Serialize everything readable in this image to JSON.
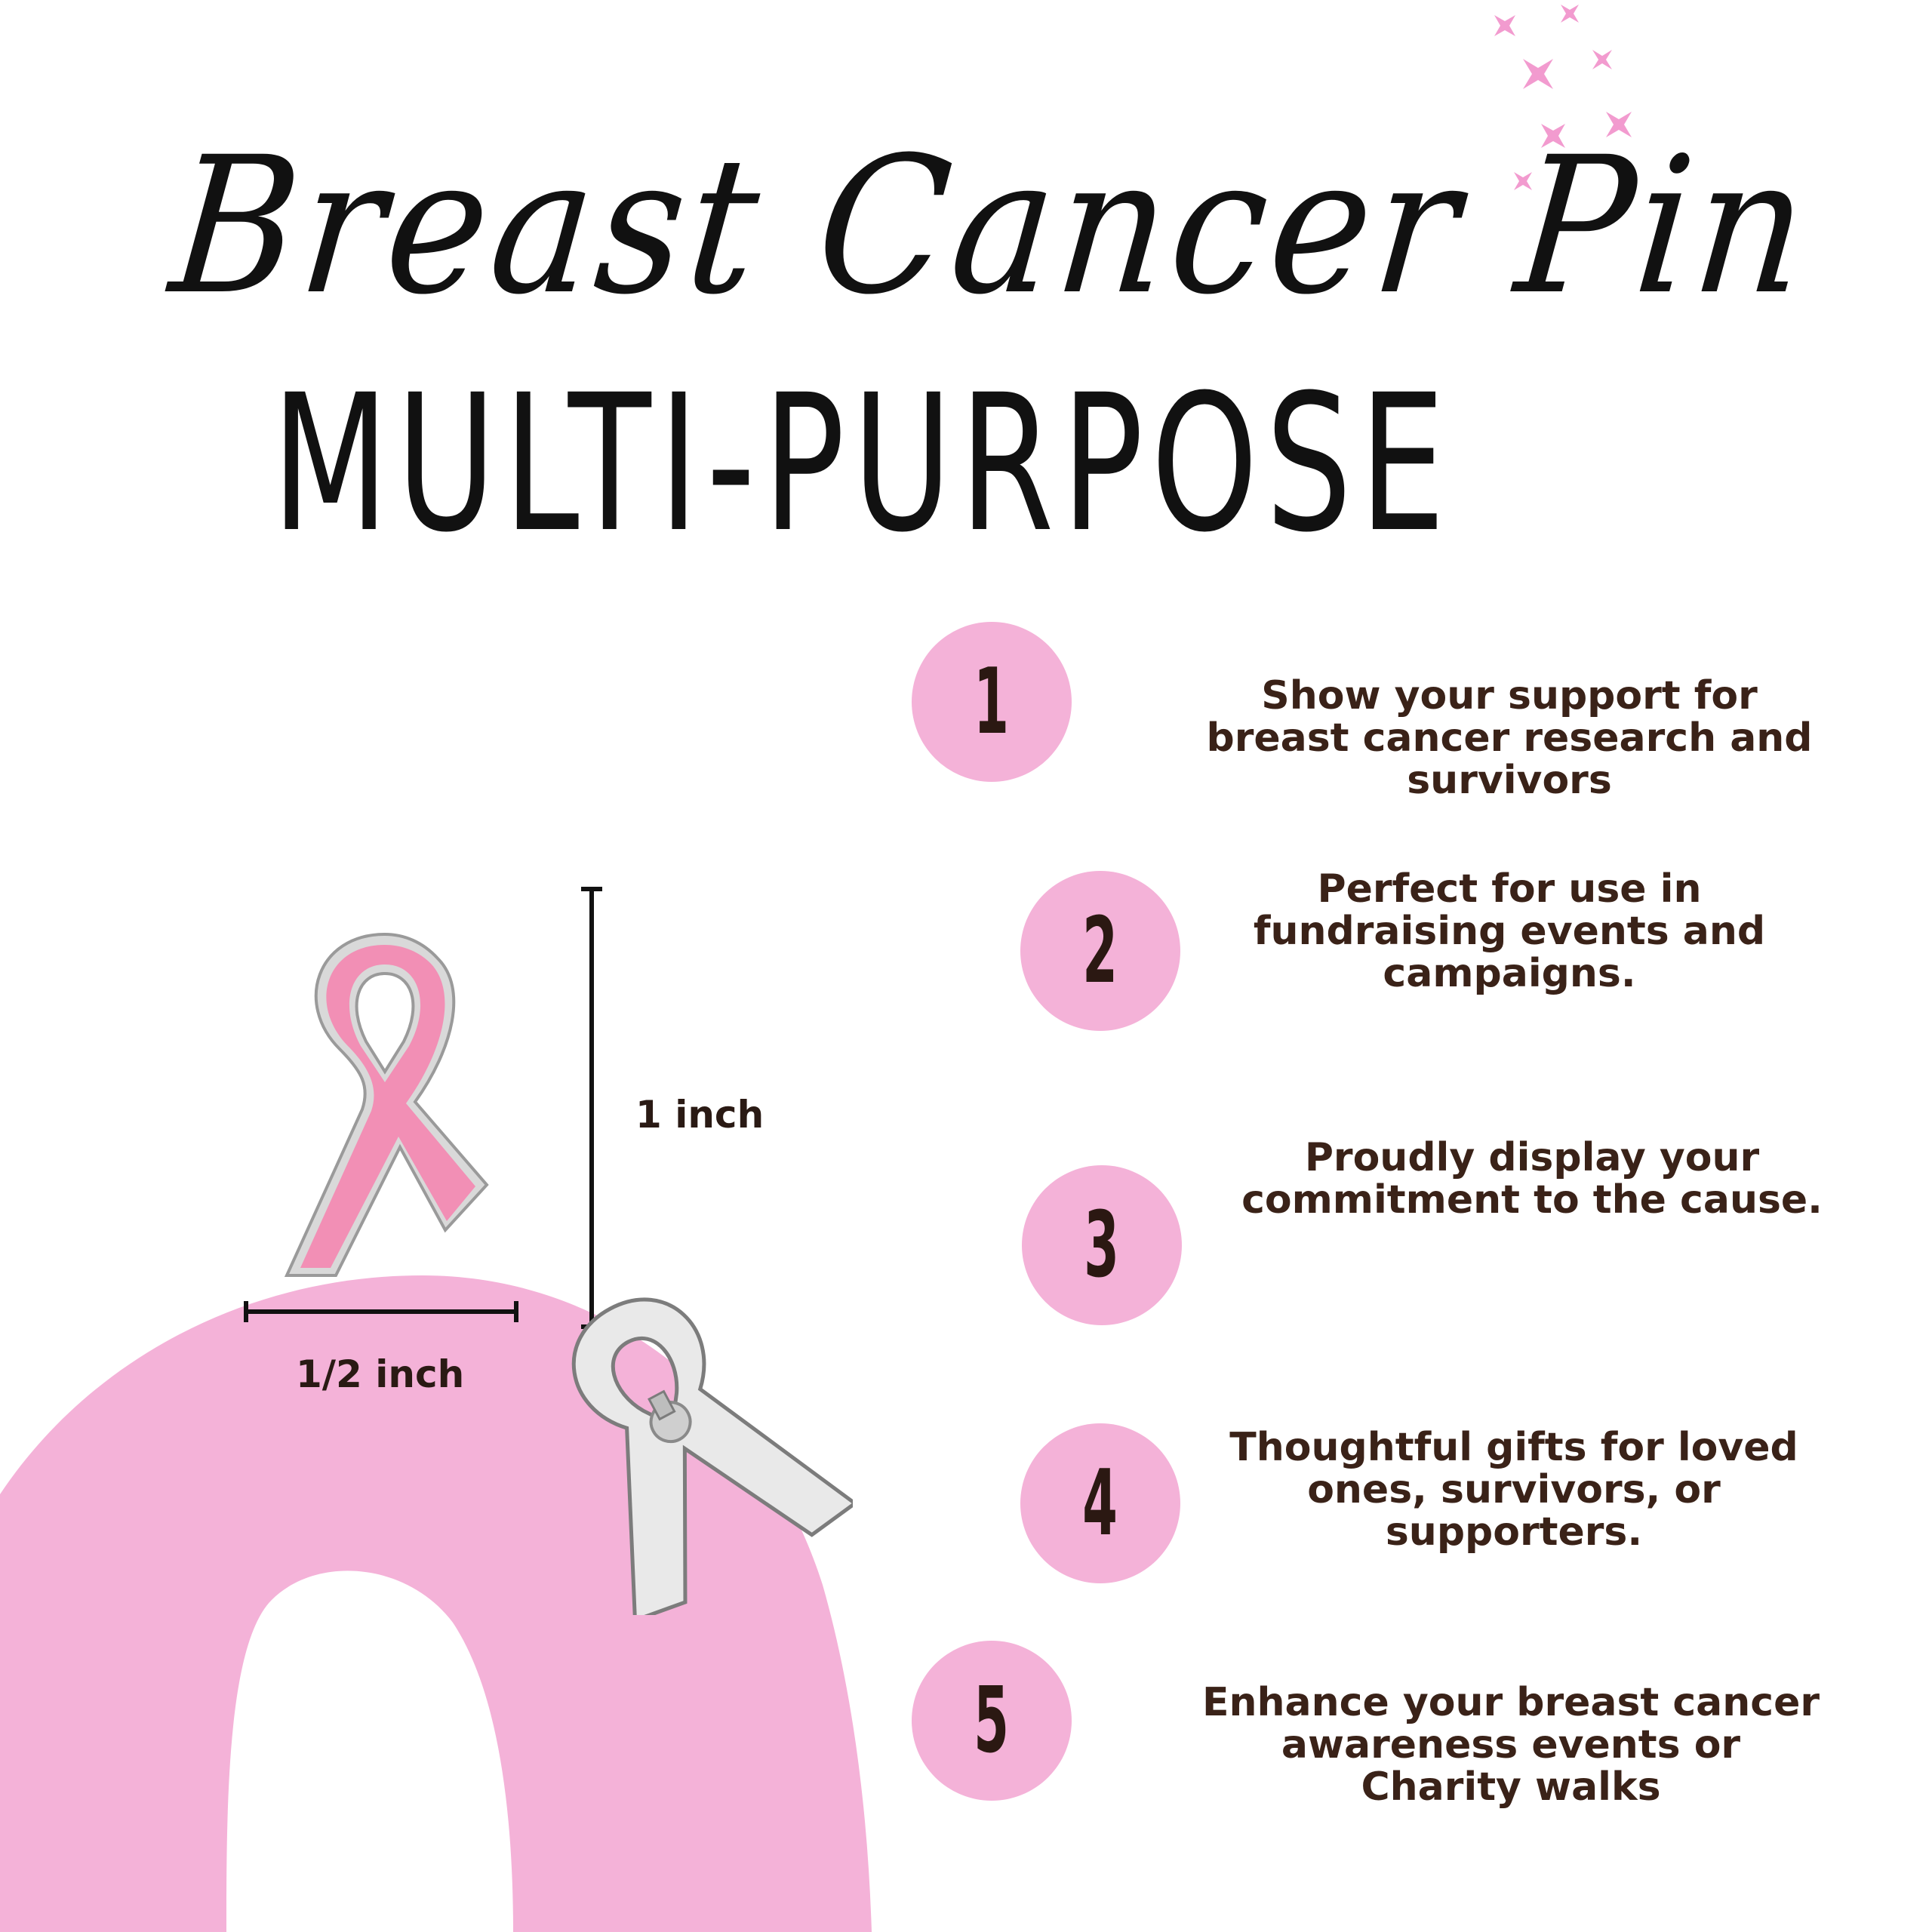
{
  "header": {
    "script_title": "Breast Cancer Pin",
    "subtitle": "MULTI-PURPOSE"
  },
  "dimensions": {
    "height_label": "1 inch",
    "width_label": "1/2 inch"
  },
  "features": [
    {
      "number": "1",
      "text": "Show your support for breast cancer research and survivors"
    },
    {
      "number": "2",
      "text": "Perfect for use in fundraising events and campaigns."
    },
    {
      "number": "3",
      "text": "Proudly display your commitment to the cause."
    },
    {
      "number": "4",
      "text": "Thoughtful gifts for loved ones, survivors, or supporters."
    },
    {
      "number": "5",
      "text": "Enhance your breast cancer awareness events or Charity walks"
    }
  ],
  "colors": {
    "accent_pink": "#f4b2d8",
    "text_brown": "#3a2218",
    "title_black": "#111111"
  },
  "icons": [
    "sparkle-icon",
    "pink-ribbon-pin-icon",
    "silver-ribbon-pin-icon"
  ]
}
